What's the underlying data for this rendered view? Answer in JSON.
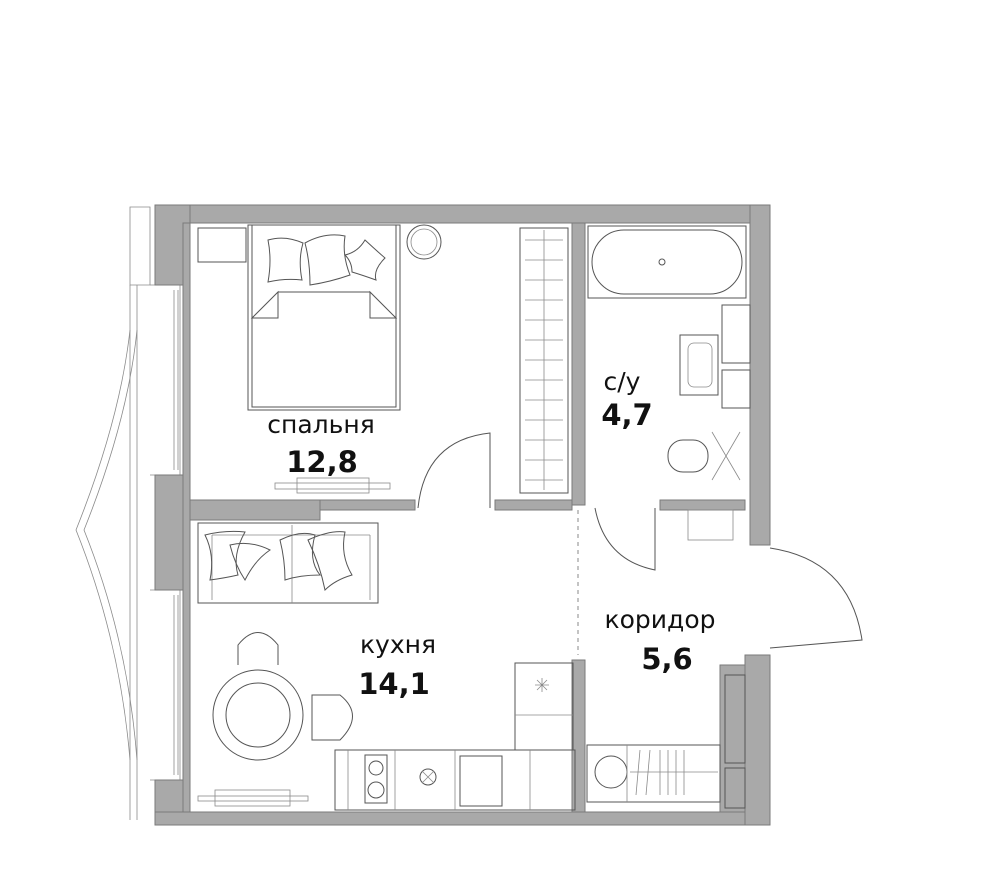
{
  "plan": {
    "rooms": [
      {
        "id": "bedroom",
        "name": "спальня",
        "area": "12,8"
      },
      {
        "id": "bathroom",
        "name": "с/у",
        "area": "4,7"
      },
      {
        "id": "kitchen",
        "name": "кухня",
        "area": "14,1"
      },
      {
        "id": "corridor",
        "name": "коридор",
        "area": "5,6"
      }
    ],
    "colors": {
      "wall": "#a9a9a9",
      "line": "#555555",
      "text": "#111111"
    }
  }
}
